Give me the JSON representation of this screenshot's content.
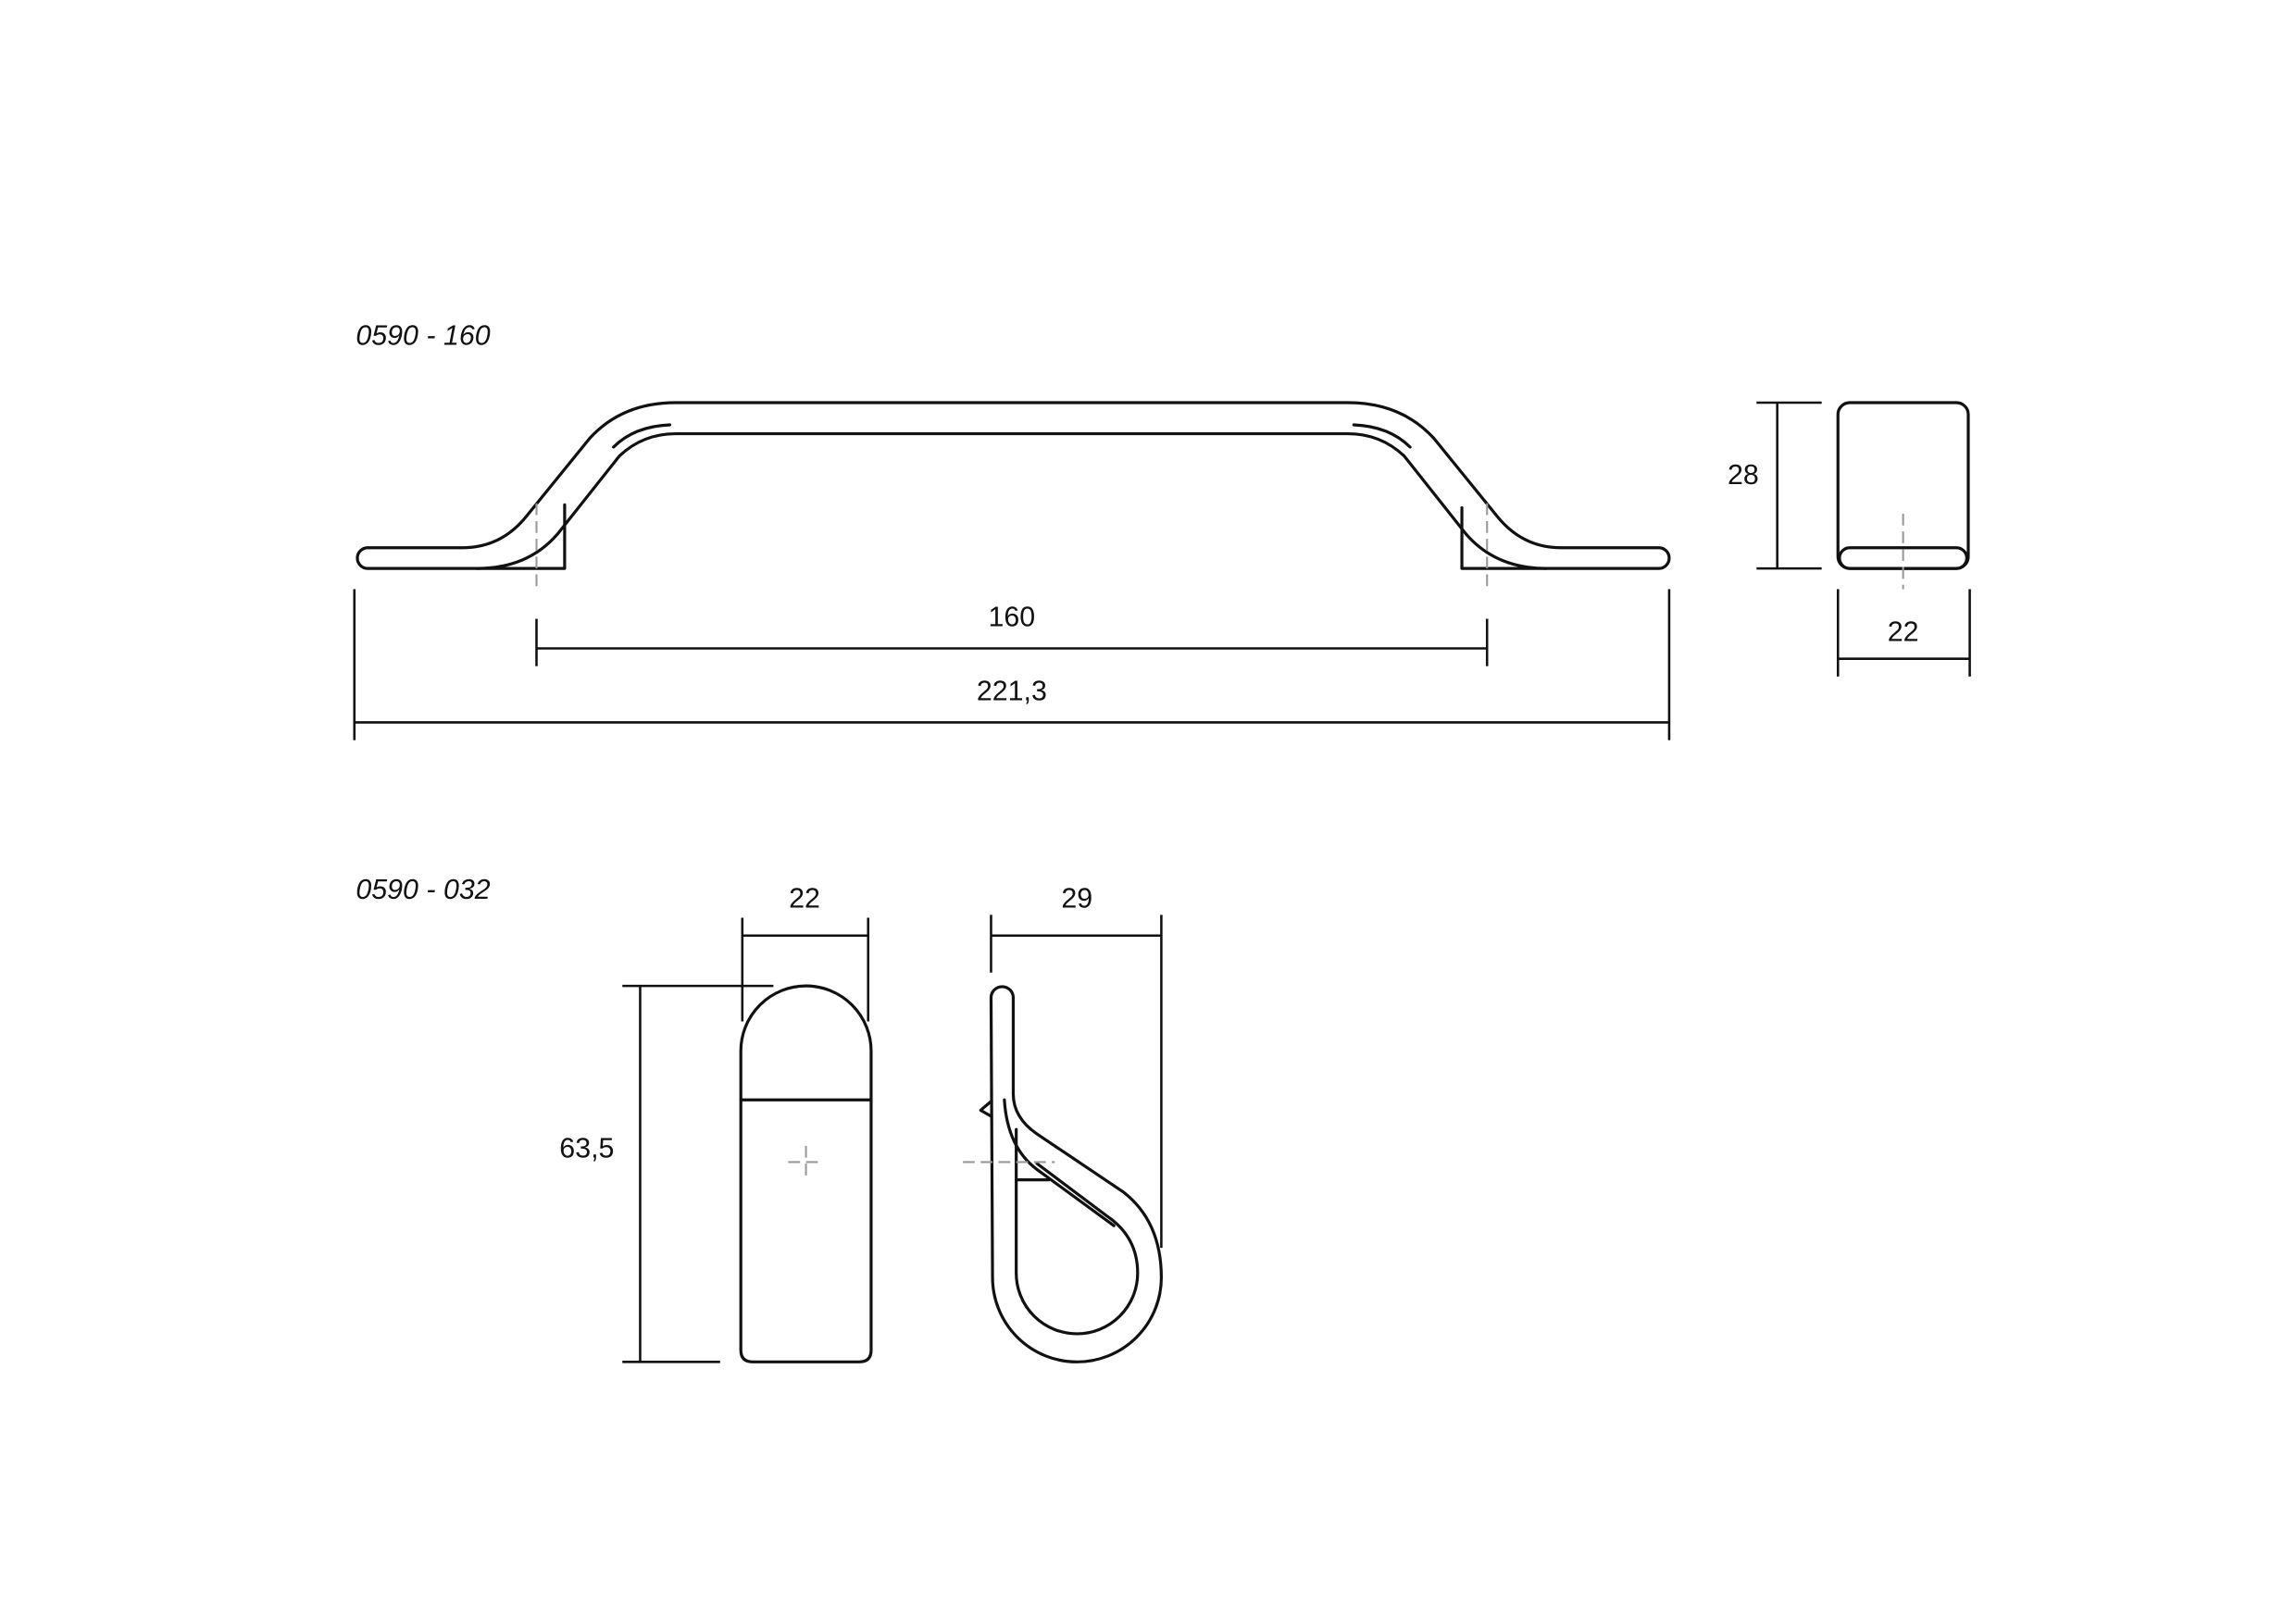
{
  "drawing_1": {
    "title": "0590 - 160",
    "dimensions": {
      "hole_spacing": "160",
      "overall_length": "221,3",
      "height": "28",
      "width": "22"
    }
  },
  "drawing_2": {
    "title": "0590 - 032",
    "dimensions": {
      "width": "22",
      "height": "63,5",
      "depth": "29"
    }
  }
}
